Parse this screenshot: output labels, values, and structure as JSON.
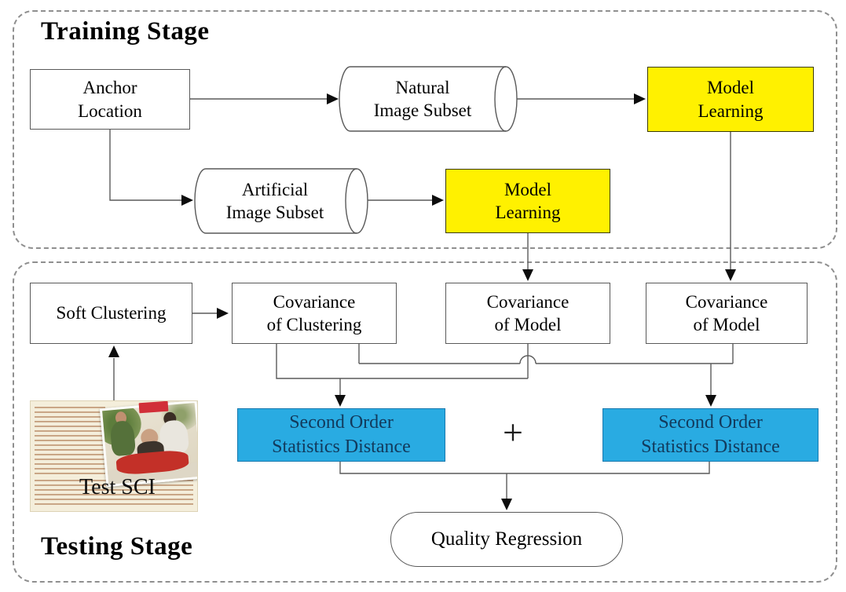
{
  "diagram": {
    "training": {
      "title": "Training Stage",
      "anchor": {
        "line1": "Anchor",
        "line2": "Location"
      },
      "natural_subset": {
        "line1": "Natural",
        "line2": "Image Subset"
      },
      "model_learning_natural": {
        "line1": "Model",
        "line2": "Learning"
      },
      "artificial_subset": {
        "line1": "Artificial",
        "line2": "Image Subset"
      },
      "model_learning_artificial": {
        "line1": "Model",
        "line2": "Learning"
      }
    },
    "testing": {
      "title": "Testing Stage",
      "soft_clustering": "Soft Clustering",
      "cov_clustering": {
        "line1": "Covariance",
        "line2": "of Clustering"
      },
      "cov_model_left": {
        "line1": "Covariance",
        "line2": "of Model"
      },
      "cov_model_right": {
        "line1": "Covariance",
        "line2": "of Model"
      },
      "sosd_left": {
        "line1": "Second Order",
        "line2": "Statistics Distance"
      },
      "sosd_right": {
        "line1": "Second Order",
        "line2": "Statistics Distance"
      },
      "plus_operator": "+",
      "quality_regression": "Quality Regression",
      "test_image_caption": "Test SCI"
    },
    "colors": {
      "highlight_yellow": "#FFF100",
      "highlight_blue": "#29ABE2",
      "blue_box_text": "#123A5C",
      "line_gray": "#5a5a5a"
    }
  }
}
